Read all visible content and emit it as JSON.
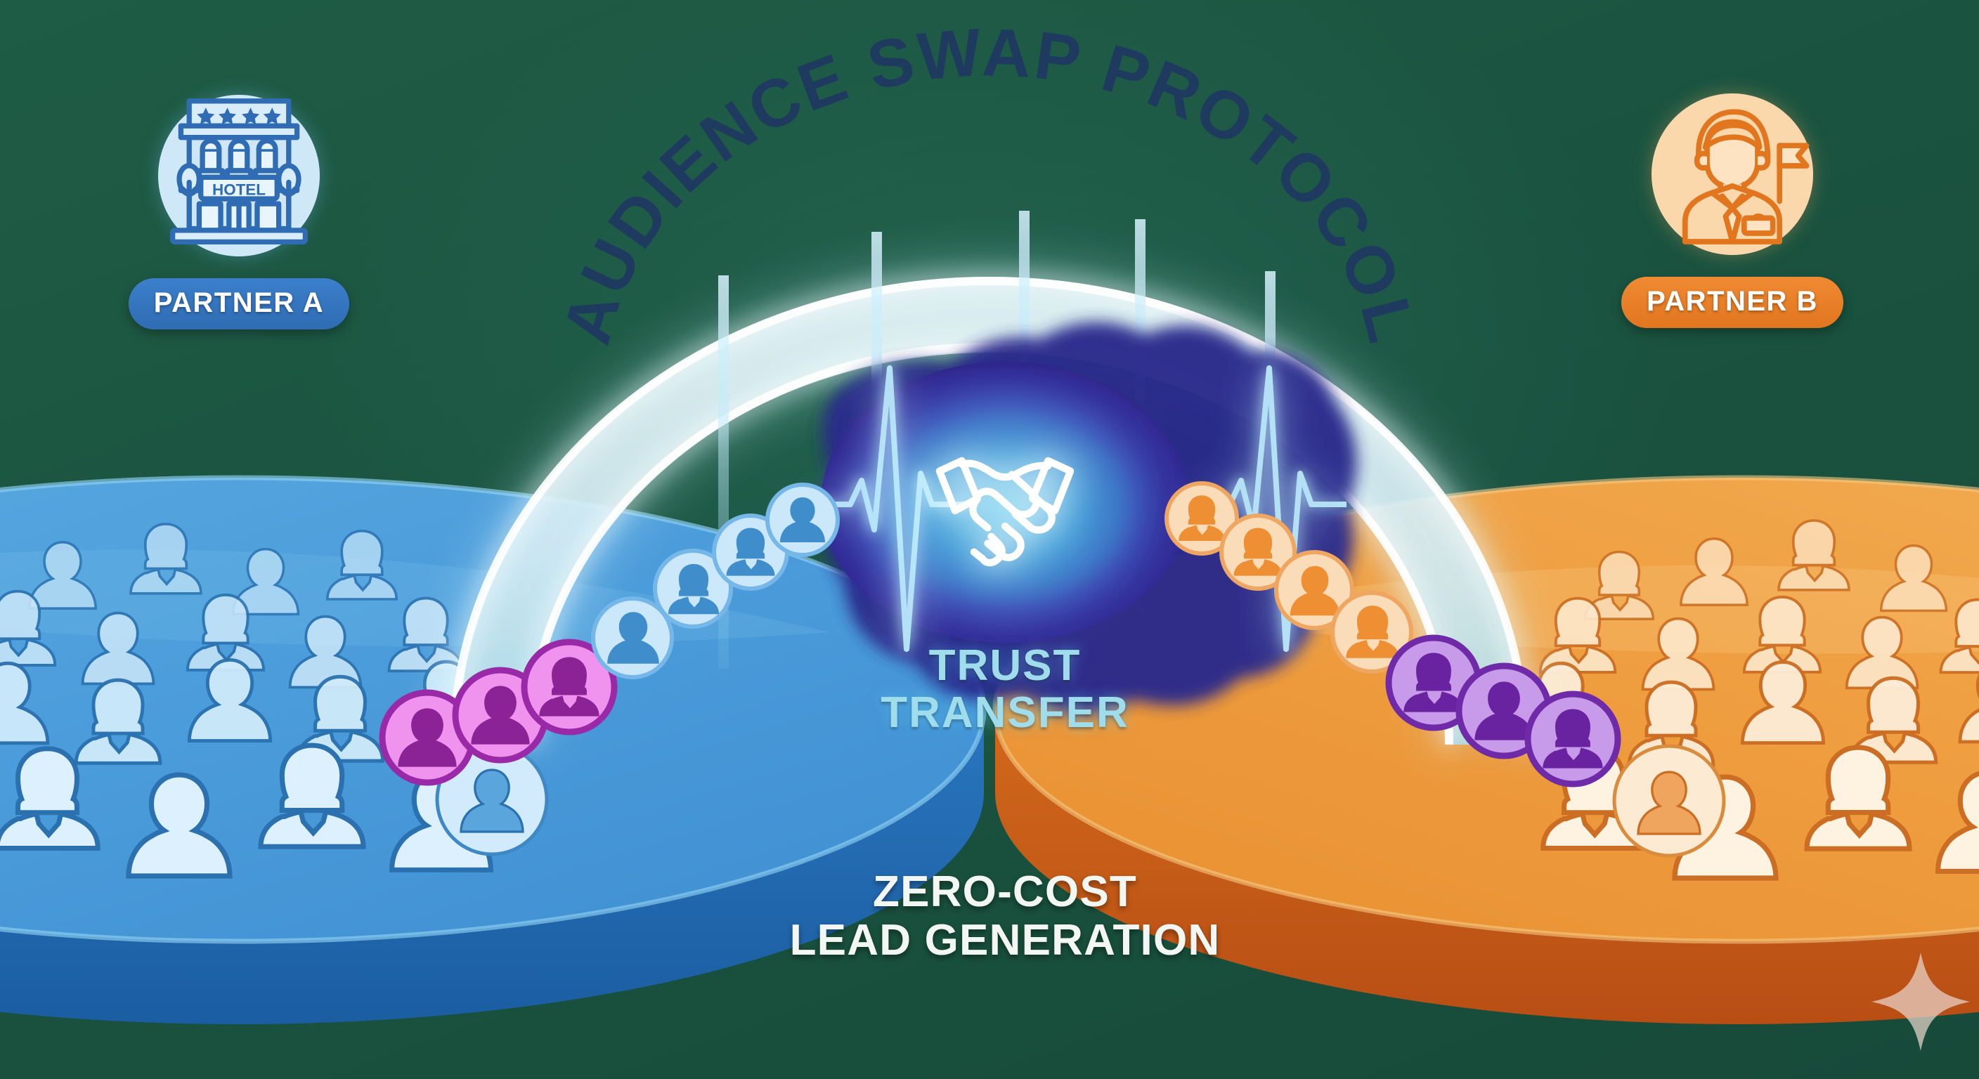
{
  "background": {
    "color": "#1d5741"
  },
  "arch": {
    "title": "AUDIENCE SWAP PROTOCOL",
    "band_color": "#d4eef4",
    "neon_color": "#b9f2ff",
    "text_color": "#1e3a5f"
  },
  "partner_a": {
    "badge_label": "PARTNER A",
    "badge_color": "#3b7fcb",
    "icon_name": "hotel-building-icon",
    "icon_sign_text": "HOTEL",
    "icon_stars": 4,
    "icon_color": "#2f6cb4",
    "icon_disc_color": "#cfe8f8"
  },
  "partner_b": {
    "badge_label": "PARTNER B",
    "badge_color": "#e2761f",
    "icon_name": "tour-guide-icon",
    "icon_color": "#e2761f",
    "icon_disc_color": "#fbd7ac"
  },
  "center": {
    "icon_name": "handshake-neon-icon",
    "trust_line1": "TRUST",
    "trust_line2": "TRANSFER",
    "trust_color": "#9fdcec",
    "blob_color": "#2b2a8c",
    "glow_color": "#2bb9e6"
  },
  "caption": {
    "line1": "ZERO-COST",
    "line2": "LEAD GENERATION",
    "color": "#f3f7f4"
  },
  "pools": {
    "left": {
      "name": "partner-a-audience-pool",
      "top_color": "#4e9fdc",
      "rim_color": "#1f64ad",
      "crowd_color": "#bfe2f7"
    },
    "right": {
      "name": "partner-b-audience-pool",
      "top_color": "#f0a349",
      "rim_color": "#c4551a",
      "crowd_color": "#fde4c4"
    }
  },
  "avatar_chain": {
    "left_transfer_color": "#c45fd0",
    "right_transfer_color": "#8a3fc0",
    "left_climb_color": "#6fb4e8",
    "right_climb_color": "#f0a355",
    "left_count": 7,
    "right_count": 7
  },
  "sparkle": {
    "name": "sparkle-icon",
    "color": "#e9d6cc"
  }
}
